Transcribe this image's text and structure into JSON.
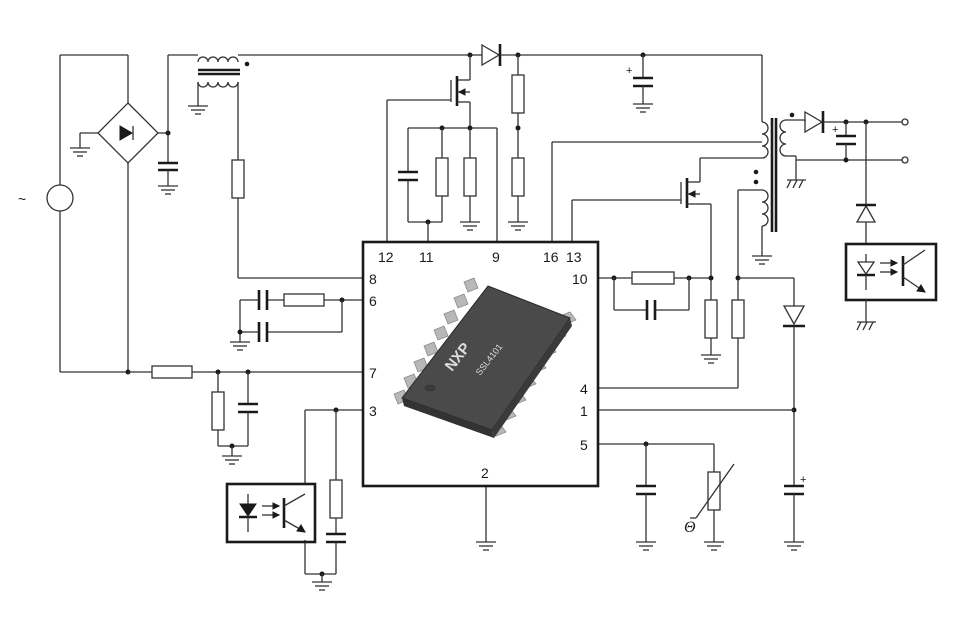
{
  "chip": {
    "logo": "NXP",
    "part_number": "SSL4101",
    "pins": {
      "p12": "12",
      "p11": "11",
      "p9": "9",
      "p16": "16",
      "p13": "13",
      "p8": "8",
      "p6": "6",
      "p7": "7",
      "p3": "3",
      "p10": "10",
      "p4": "4",
      "p1": "1",
      "p5": "5",
      "p2": "2"
    }
  },
  "symbols": {
    "ac_source": "~",
    "capacitor_plus": "+",
    "thermistor": "Θ"
  }
}
